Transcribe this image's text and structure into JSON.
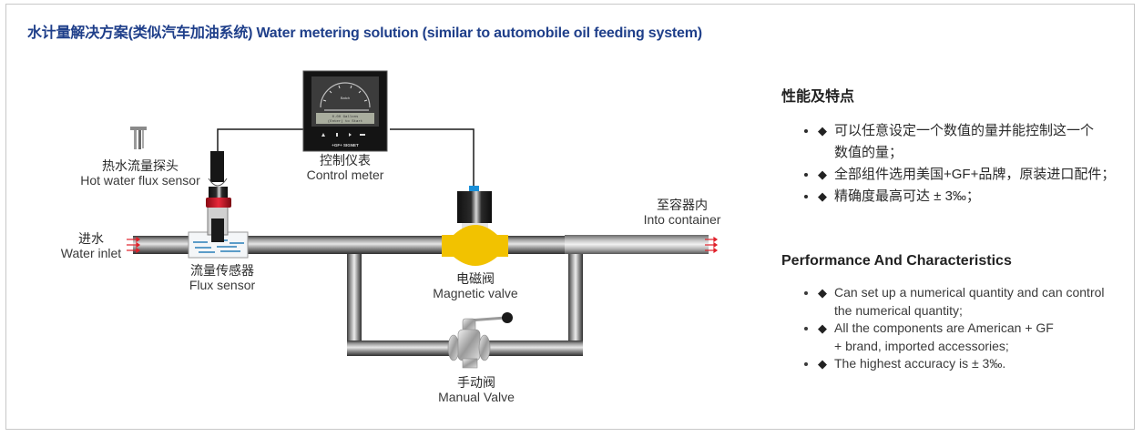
{
  "title": "水计量解决方案(类似汽车加油系统)  Water metering solution (similar to automobile oil feeding system)",
  "diagram": {
    "labels": {
      "hot_water_sensor": {
        "zh": "热水流量探头",
        "en": "Hot water flux sensor"
      },
      "control_meter": {
        "zh": "控制仪表",
        "en": "Control meter"
      },
      "water_inlet": {
        "zh": "进水",
        "en": "Water inlet"
      },
      "flux_sensor": {
        "zh": "流量传感器",
        "en": "Flux  sensor"
      },
      "magnetic_valve": {
        "zh": "电磁阀",
        "en": "Magnetic valve"
      },
      "into_container": {
        "zh": "至容器内",
        "en": "Into container"
      },
      "manual_valve": {
        "zh": "手动阀",
        "en": "Manual Valve"
      }
    },
    "meter_display": {
      "line1": "0.00 Gallons",
      "line2": "(Enter) to Start",
      "gauge_label": "Batch",
      "brand": "+GF+ SIGNET"
    },
    "colors": {
      "valve_body": "#f2c200",
      "sensor_ring": "#d8182a",
      "arrow": "#e0202a",
      "cable_tip": "#1a8fd8"
    }
  },
  "features_zh": {
    "heading": "性能及特点",
    "bullet_symbol": "◆",
    "items": [
      {
        "line1": "可以任意设定一个数值的量并能控制这一个",
        "line2": "数值的量；"
      },
      {
        "line1": "全部组件选用美国+GF+品牌，原装进口配件；",
        "line2": ""
      },
      {
        "line1": "精确度最高可达 ± 3‰；",
        "line2": ""
      }
    ]
  },
  "features_en": {
    "heading": "Performance And Characteristics",
    "bullet_symbol": "◆",
    "items": [
      {
        "line1": "Can set up a numerical quantity and can control",
        "line2": "the numerical quantity;"
      },
      {
        "line1": "All the components are American + GF",
        "line2": "+ brand, imported accessories;"
      },
      {
        "line1": "The highest accuracy is  ± 3‰.",
        "line2": ""
      }
    ]
  }
}
